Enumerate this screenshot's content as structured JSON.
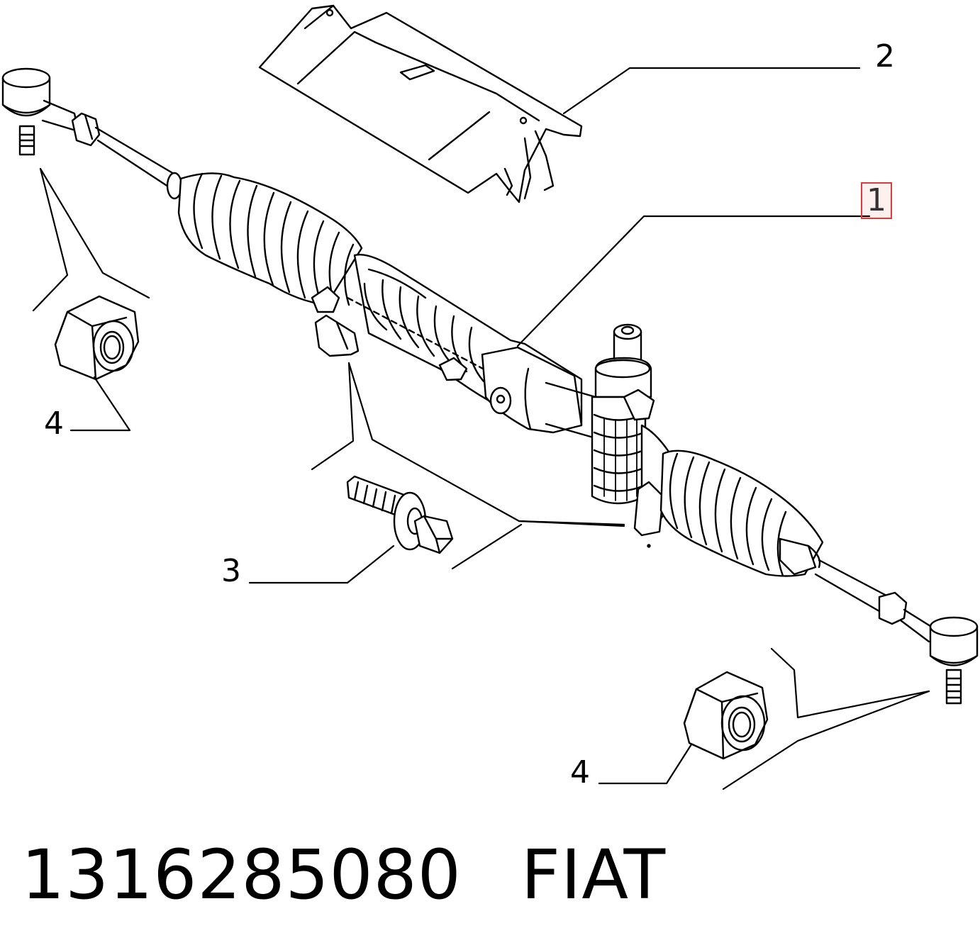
{
  "callouts": {
    "c1": "1",
    "c2": "2",
    "c3": "3",
    "c4a": "4",
    "c4b": "4"
  },
  "footer": {
    "part_number": "1316285080",
    "brand": "FIAT"
  },
  "colors": {
    "line": "#000000",
    "highlight_border": "#e03a3a"
  }
}
